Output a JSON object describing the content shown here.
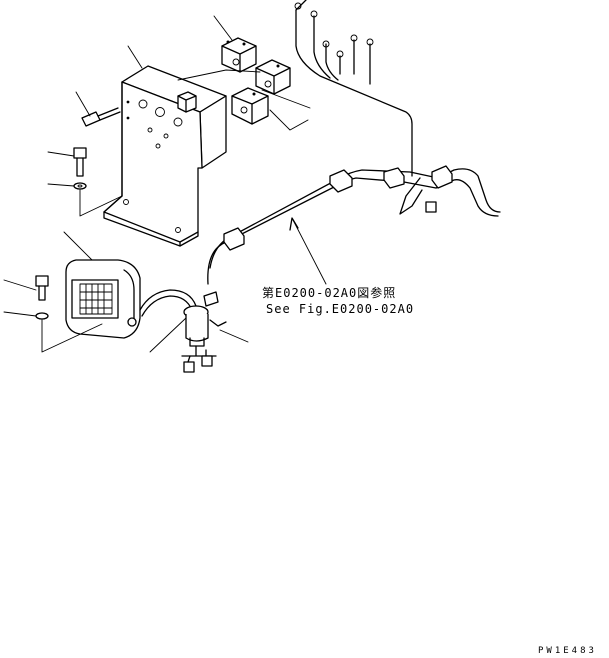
{
  "reference": {
    "japanese": "第E0200-02A0図参照",
    "english": "See Fig.E0200-02A0"
  },
  "drawing_id": "PW1E483"
}
